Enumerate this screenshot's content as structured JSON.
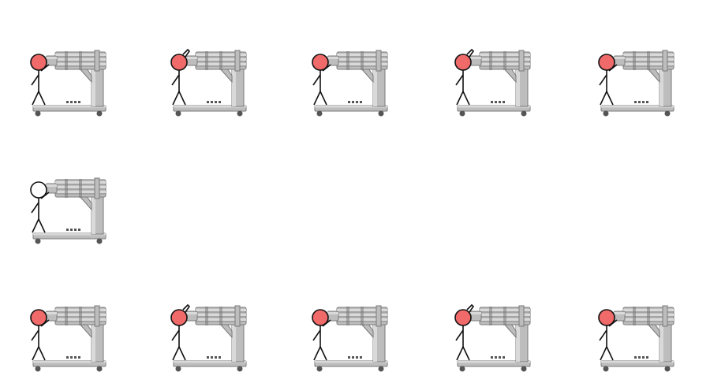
{
  "scene": {
    "background": "#ffffff",
    "rows": [
      {
        "name": "top-row",
        "units": [
          {
            "variant": "A",
            "head": "red"
          },
          {
            "variant": "B",
            "head": "red"
          },
          {
            "variant": "A",
            "head": "red"
          },
          {
            "variant": "B",
            "head": "red"
          },
          {
            "variant": "A",
            "head": "red"
          }
        ]
      },
      {
        "name": "middle-row",
        "units": [
          {
            "variant": "A",
            "head": "empty"
          }
        ]
      },
      {
        "name": "bottom-row",
        "units": [
          {
            "variant": "A",
            "head": "red"
          },
          {
            "variant": "B",
            "head": "red"
          },
          {
            "variant": "A",
            "head": "red"
          },
          {
            "variant": "B",
            "head": "red"
          },
          {
            "variant": "A",
            "head": "red"
          }
        ]
      }
    ]
  },
  "colors": {
    "head_red": "#f06a6a",
    "head_empty": "#ffffff",
    "outline": "#111111",
    "metal_light": "#d9d9d9",
    "metal_mid": "#bdbdbd",
    "metal_dark": "#7a7a7a",
    "wheel": "#555555",
    "dot": "#555555"
  },
  "icons": {
    "unit": "stickman-gatling-turret-icon"
  }
}
